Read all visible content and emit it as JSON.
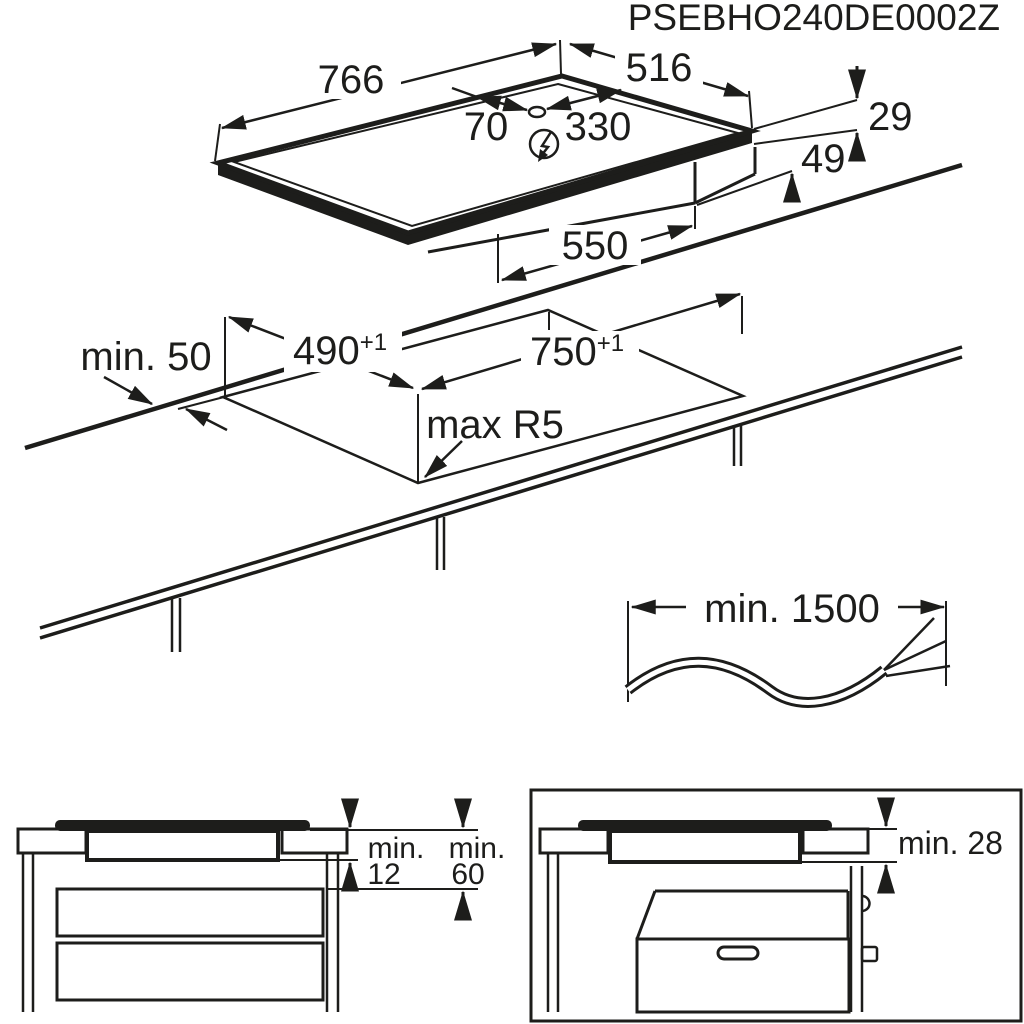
{
  "title": "PSEBHO240DE0002Z",
  "hob_view": {
    "width_label": "766",
    "depth_label": "516",
    "cable_left_label": "70",
    "cable_right_label": "330",
    "height_above_label": "29",
    "height_below_label": "49",
    "housing_width_label": "550"
  },
  "cutout_view": {
    "rear_clearance_label": "min. 50",
    "depth_label": "490",
    "depth_tolerance": "+1",
    "width_label": "750",
    "width_tolerance": "+1",
    "corner_radius_label": "max R5"
  },
  "cable_view": {
    "length_label": "min. 1500"
  },
  "drawer_clearance_view": {
    "min_label_left": "min.",
    "value_left": "12",
    "min_label_right": "min.",
    "value_right": "60"
  },
  "oven_clearance_view": {
    "clearance_label": "min. 28"
  },
  "colors": {
    "line": "#1d1d1b",
    "background": "#ffffff"
  }
}
